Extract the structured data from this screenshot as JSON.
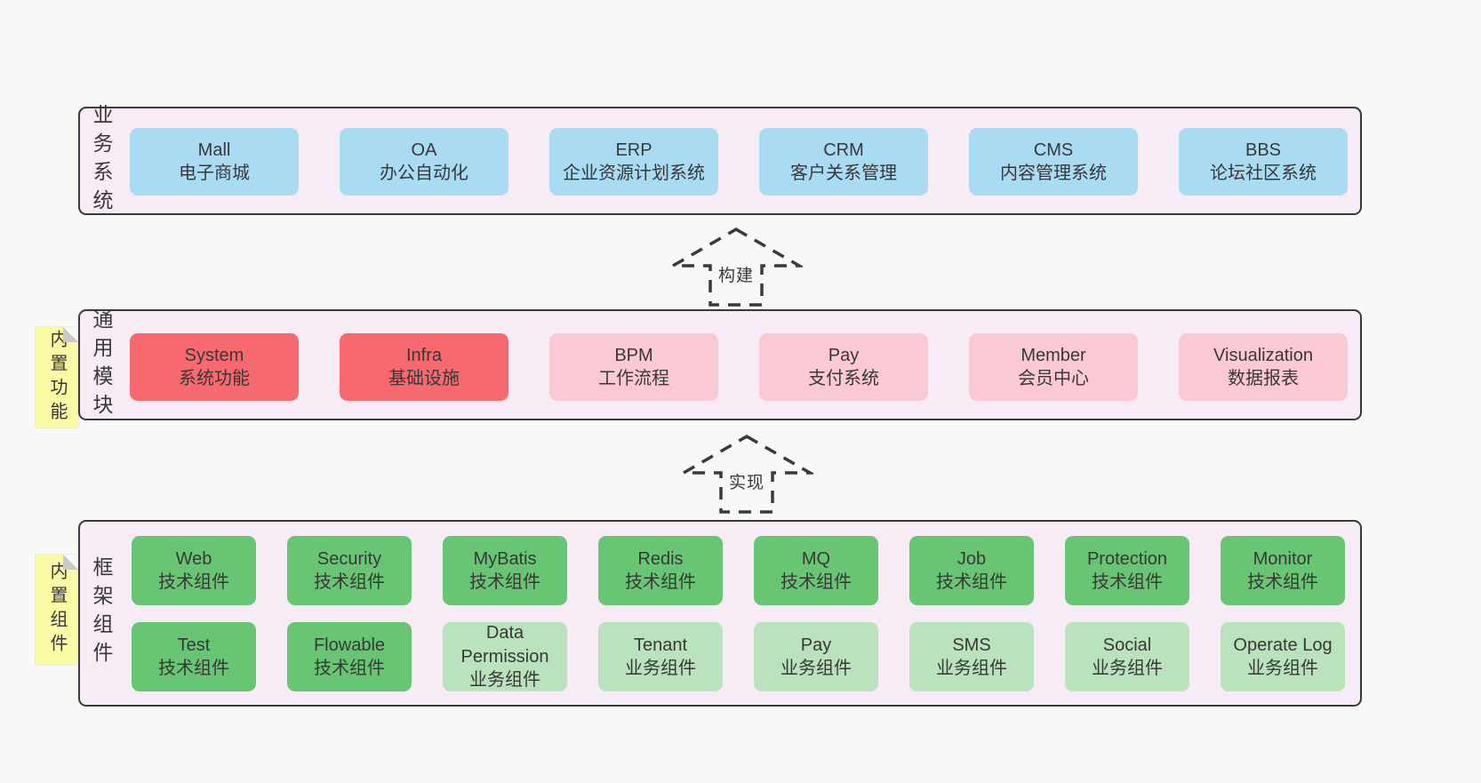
{
  "colors": {
    "page-bg": "#f8f8f8",
    "band-bg": "#f7ecf6",
    "band-border": "#3a3a3a",
    "blue": "#a9dbf3",
    "red": "#f5696f",
    "pink": "#fbc9d3",
    "green": "#68c574",
    "green-light": "#b9e2bd",
    "yellow": "#fafaa5",
    "fold-gray": "#c9c9c9",
    "text": "#383838"
  },
  "arrows": [
    {
      "label": "构建"
    },
    {
      "label": "实现"
    }
  ],
  "bands": [
    {
      "label": "业务系统",
      "boxes": [
        {
          "title": "Mall",
          "subtitle": "电子商城"
        },
        {
          "title": "OA",
          "subtitle": "办公自动化"
        },
        {
          "title": "ERP",
          "subtitle": "企业资源计划系统"
        },
        {
          "title": "CRM",
          "subtitle": "客户关系管理"
        },
        {
          "title": "CMS",
          "subtitle": "内容管理系统"
        },
        {
          "title": "BBS",
          "subtitle": "论坛社区系统"
        }
      ]
    },
    {
      "label": "通用模块",
      "sticky": "内置功能",
      "boxes": [
        {
          "title": "System",
          "subtitle": "系统功能"
        },
        {
          "title": "Infra",
          "subtitle": "基础设施"
        },
        {
          "title": "BPM",
          "subtitle": "工作流程"
        },
        {
          "title": "Pay",
          "subtitle": "支付系统"
        },
        {
          "title": "Member",
          "subtitle": "会员中心"
        },
        {
          "title": "Visualization",
          "subtitle": "数据报表"
        }
      ]
    },
    {
      "label": "框架组件",
      "sticky": "内置组件",
      "row1": [
        {
          "title": "Web",
          "subtitle": "技术组件"
        },
        {
          "title": "Security",
          "subtitle": "技术组件"
        },
        {
          "title": "MyBatis",
          "subtitle": "技术组件"
        },
        {
          "title": "Redis",
          "subtitle": "技术组件"
        },
        {
          "title": "MQ",
          "subtitle": "技术组件"
        },
        {
          "title": "Job",
          "subtitle": "技术组件"
        },
        {
          "title": "Protection",
          "subtitle": "技术组件"
        },
        {
          "title": "Monitor",
          "subtitle": "技术组件"
        }
      ],
      "row2": [
        {
          "title": "Test",
          "subtitle": "技术组件"
        },
        {
          "title": "Flowable",
          "subtitle": "技术组件"
        },
        {
          "title": "Data Permission",
          "subtitle": "业务组件"
        },
        {
          "title": "Tenant",
          "subtitle": "业务组件"
        },
        {
          "title": "Pay",
          "subtitle": "业务组件"
        },
        {
          "title": "SMS",
          "subtitle": "业务组件"
        },
        {
          "title": "Social",
          "subtitle": "业务组件"
        },
        {
          "title": "Operate Log",
          "subtitle": "业务组件"
        }
      ]
    }
  ]
}
